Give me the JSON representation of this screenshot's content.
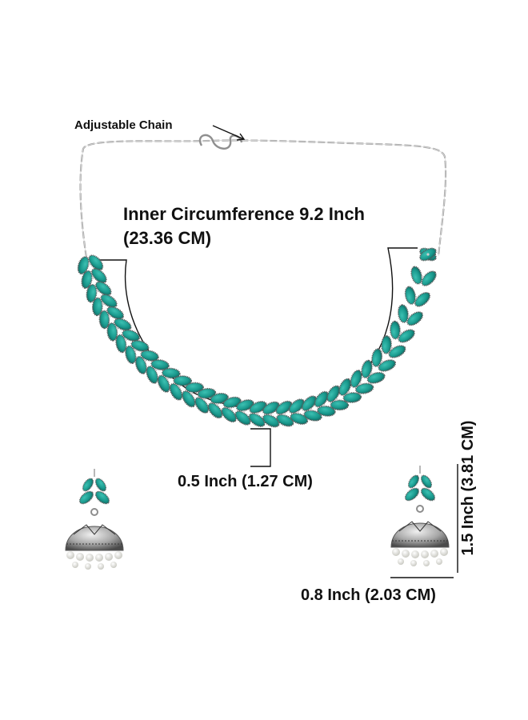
{
  "product": {
    "type": "Necklace and Jhumka Earrings Set",
    "stone_color": "#1a9a8e",
    "metal_color": "#b9b9b9",
    "pearl_color": "#f3f3ef"
  },
  "annotations": {
    "adjustable_chain": "Adjustable Chain",
    "inner_circumference_line1": "Inner Circumference 9.2 Inch",
    "inner_circumference_line2": "(23.36 CM)",
    "necklace_width": "0.5 Inch (1.27 CM)",
    "earring_height": "1.5 Inch (3.81 CM)",
    "earring_width": "0.8 Inch (2.03 CM)"
  }
}
